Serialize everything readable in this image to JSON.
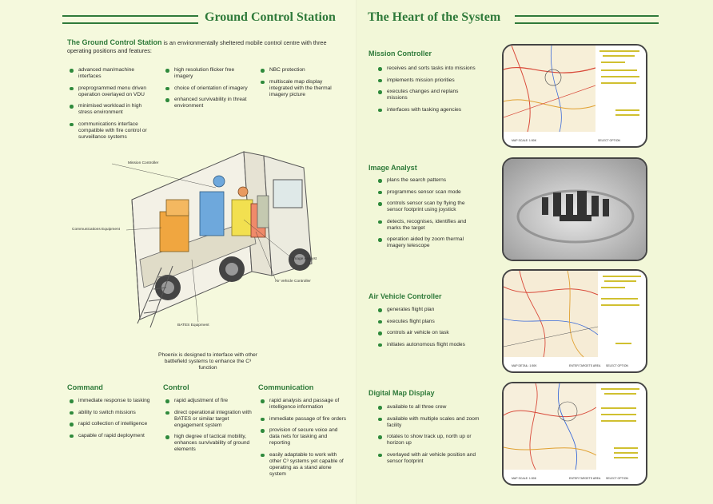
{
  "left": {
    "title": "Ground Control Station",
    "intro_bold": "The Ground Control Station",
    "intro_rest": " is an environmentally sheltered mobile control centre with three operating positions and features:",
    "features_col1": [
      "advanced man/machine interfaces",
      "preprogrammed menu driven operation overlayed on VDU",
      "minimised workload in high stress environment",
      "communications interface compatible with fire control or surveillance systems"
    ],
    "features_col2": [
      "high resolution flicker free imagery",
      "choice of orientation of imagery",
      "enhanced survivability in threat environment"
    ],
    "features_col3": [
      "NBC protection",
      "multiscale map display integrated with the thermal imagery picture"
    ],
    "callouts": {
      "mission_controller": "Mission Controller",
      "communications_equipment": "Communications Equipment",
      "image_analyst": "Image Analyst",
      "air_vehicle_controller": "Air Vehicle Controller",
      "bates_equipment": "BATES Equipment"
    },
    "caption": "Phoenix is designed to interface with other battlefield systems to enhance the C³ function",
    "command": {
      "heading": "Command",
      "items": [
        "immediate response to tasking",
        "ability to switch missions",
        "rapid collection of intelligence",
        "capable of rapid deployment"
      ]
    },
    "control": {
      "heading": "Control",
      "items": [
        "rapid adjustment of fire",
        "direct operational integration with BATES or similar target engagement system",
        "high degree of tactical mobility, enhances survivability of ground elements"
      ]
    },
    "communication": {
      "heading": "Communication",
      "items": [
        "rapid analysis and passage of intelligence information",
        "immediate passage of fire orders",
        "provision of secure voice and data nets for tasking and reporting",
        "easily adaptable to work with other C³ systems yet capable of operating as a stand alone system"
      ]
    }
  },
  "right": {
    "title": "The Heart of the System",
    "mission_controller": {
      "heading": "Mission Controller",
      "items": [
        "receives and sorts tasks into missions",
        "implements mission priorities",
        "executes changes and replans missions",
        "interfaces with tasking agencies"
      ],
      "screen_footer_left": "MAP SCALE: 1:50K",
      "screen_footer_right": "SELECT OPTION"
    },
    "image_analyst": {
      "heading": "Image Analyst",
      "items": [
        "plans the search patterns",
        "programmes sensor scan mode",
        "controls sensor scan by flying the sensor footprint using joystick",
        "detects, recognises, identifies and marks the target",
        "operation aided by zoom thermal imagery telescope"
      ]
    },
    "air_vehicle_controller": {
      "heading": "Air Vehicle Controller",
      "items": [
        "generates flight plan",
        "executes flight plans",
        "controls air vehicle on task",
        "initiates autonomous flight modes"
      ],
      "screen_footer_left": "MAP DETAIL: 1:50K",
      "screen_footer_mid": "ENTER TARGETS AREA",
      "screen_footer_right": "SELECT OPTION"
    },
    "digital_map_display": {
      "heading": "Digital Map Display",
      "items": [
        "available to all three crew",
        "available with multiple scales and zoom facility",
        "rotates to show track up, north up or horizon up",
        "overlayed with air vehicle position and sensor footprint"
      ],
      "screen_footer_left": "MAP SCALE: 1:50K",
      "screen_footer_mid": "ENTER TARGETS AREA",
      "screen_footer_right": "SELECT OPTION"
    }
  },
  "colors": {
    "accent": "#2f7a3a",
    "bullet": "#2f8a3c",
    "paper": "#f4f8dc"
  }
}
